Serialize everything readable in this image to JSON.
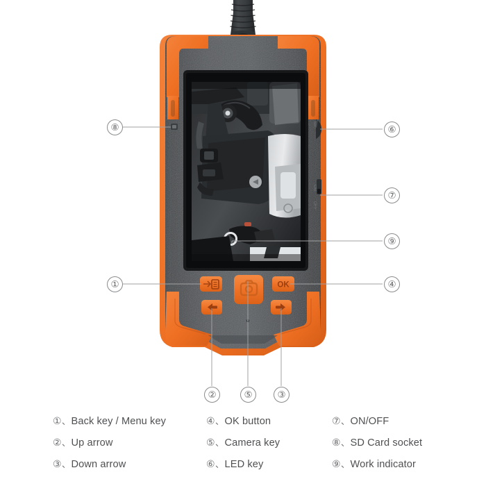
{
  "page": {
    "background": "#ffffff",
    "device_name": "handheld-endoscope-inspection-camera",
    "accent_orange": "#f07023",
    "body_gray": "#55585c",
    "line_color": "#9a9b9d"
  },
  "device": {
    "cable": {
      "name": "strain-relief-cable",
      "label": ""
    },
    "screen": {
      "name": "lcd-screen",
      "content_description": "grayscale engine bay photo"
    },
    "buttons": [
      {
        "key": "back_menu",
        "icon": "back-menu-icon",
        "label": "",
        "callout": "1"
      },
      {
        "key": "up",
        "icon": "up-arrow-icon",
        "label": "",
        "callout": "2"
      },
      {
        "key": "down",
        "icon": "down-arrow-icon",
        "label": "",
        "callout": "3"
      },
      {
        "key": "ok",
        "icon": "ok-icon",
        "label": "OK",
        "callout": "4"
      },
      {
        "key": "camera",
        "icon": "camera-icon",
        "label": "",
        "callout": "5"
      }
    ],
    "side_controls": [
      {
        "key": "led",
        "label": "",
        "callout": "6"
      },
      {
        "key": "power",
        "label_on": "ON",
        "label_off": "OFF",
        "callout": "7"
      },
      {
        "key": "sd_card",
        "label": "",
        "callout": "8"
      }
    ],
    "indicator": {
      "key": "work_indicator",
      "label": "",
      "callout": "9"
    }
  },
  "callouts": [
    {
      "id": "1",
      "glyph": "①",
      "target": "back-menu-key"
    },
    {
      "id": "2",
      "glyph": "②",
      "target": "up-arrow-key"
    },
    {
      "id": "3",
      "glyph": "③",
      "target": "down-arrow-key"
    },
    {
      "id": "4",
      "glyph": "④",
      "target": "ok-button"
    },
    {
      "id": "5",
      "glyph": "⑤",
      "target": "camera-key"
    },
    {
      "id": "6",
      "glyph": "⑥",
      "target": "led-key"
    },
    {
      "id": "7",
      "glyph": "⑦",
      "target": "on-off-switch"
    },
    {
      "id": "8",
      "glyph": "⑧",
      "target": "sd-card-socket"
    },
    {
      "id": "9",
      "glyph": "⑨",
      "target": "work-indicator"
    }
  ],
  "legend": {
    "separator": "、",
    "columns": [
      {
        "items": [
          {
            "num": "①",
            "label": "Back key / Menu key"
          },
          {
            "num": "②",
            "label": "Up arrow"
          },
          {
            "num": "③",
            "label": "Down arrow"
          }
        ]
      },
      {
        "items": [
          {
            "num": "④",
            "label": "OK button"
          },
          {
            "num": "⑤",
            "label": "Camera key"
          },
          {
            "num": "⑥",
            "label": "LED key"
          }
        ]
      },
      {
        "items": [
          {
            "num": "⑦",
            "label": "ON/OFF"
          },
          {
            "num": "⑧",
            "label": "SD Card socket"
          },
          {
            "num": "⑨",
            "label": "Work indicator"
          }
        ]
      }
    ]
  }
}
